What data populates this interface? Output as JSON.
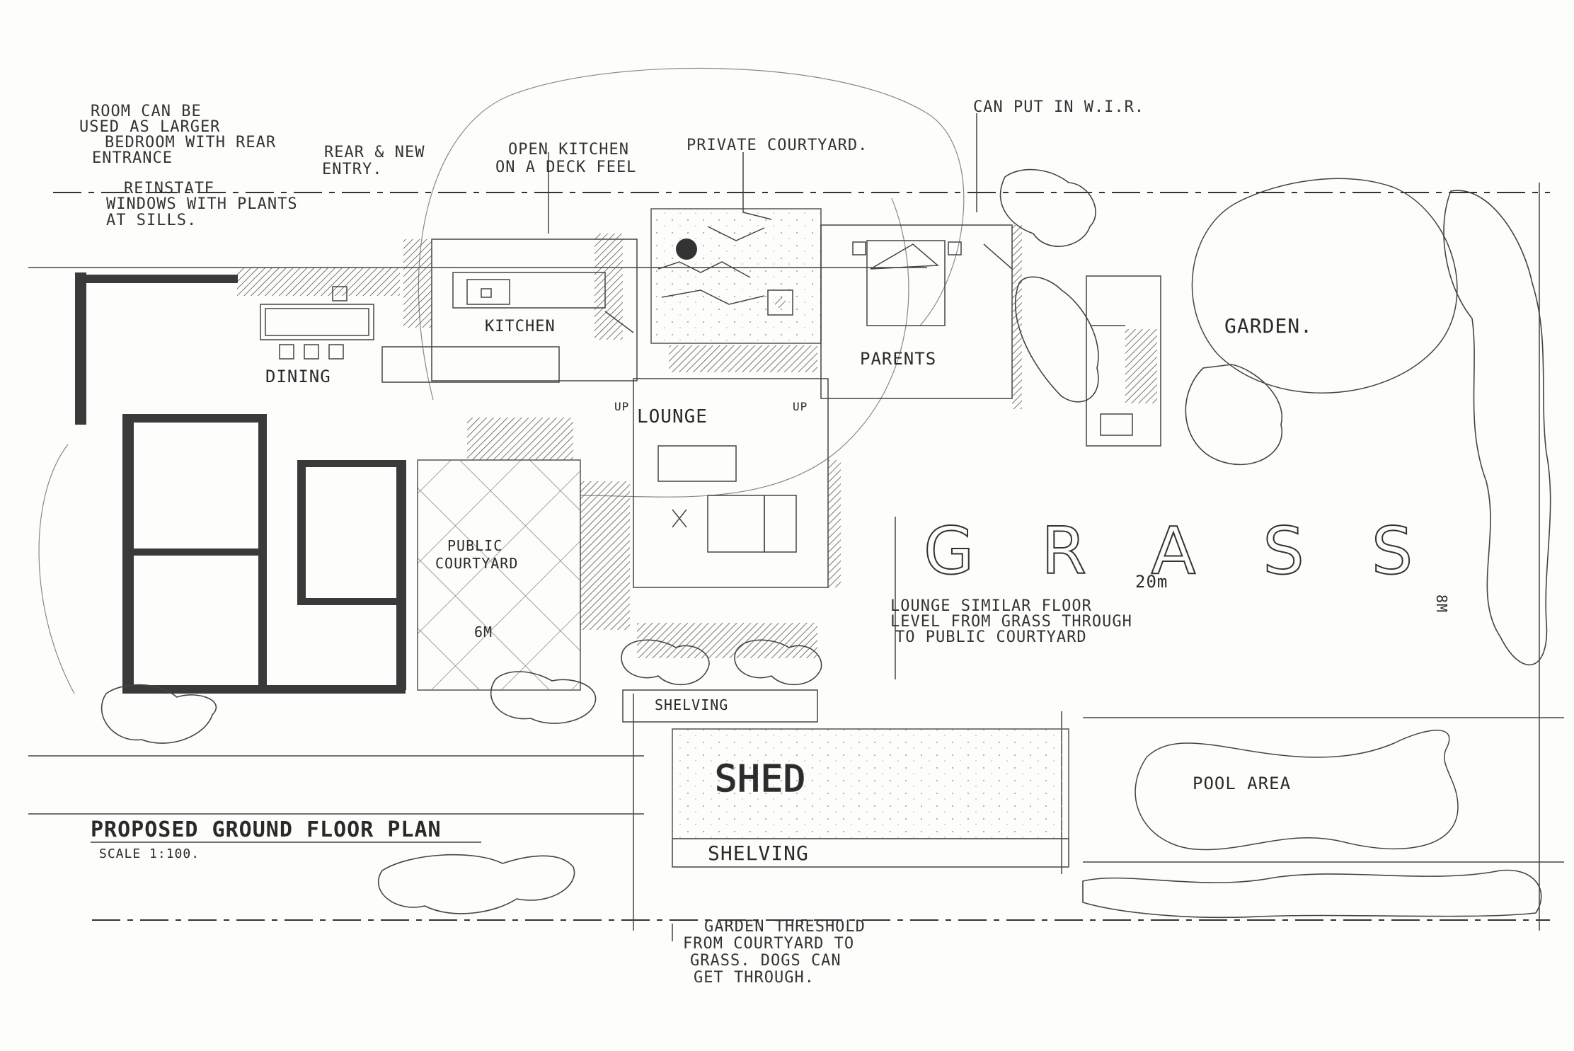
{
  "title": "PROPOSED GROUND FLOOR PLAN",
  "scale": "SCALE 1:100.",
  "rooms": {
    "kitchen": "KITCHEN",
    "dining": "DINING",
    "lounge": "LOUNGE",
    "parents": "PARENTS",
    "garden": "GARDEN.",
    "public_courtyard_1": "PUBLIC",
    "public_courtyard_2": "COURTYARD",
    "grass": "GRASS",
    "shed": "SHED",
    "shelving_upper": "SHELVING",
    "shelving_lower": "SHELVING",
    "pool_area": "POOL AREA"
  },
  "dimensions": {
    "grass_width": "20m",
    "courtyard_width": "6M",
    "site_depth": "8M"
  },
  "level_marks": {
    "up_left": "UP",
    "up_right": "UP"
  },
  "notes": {
    "room_bedroom": [
      "ROOM CAN BE",
      "USED AS LARGER",
      "BEDROOM WITH REAR",
      "ENTRANCE"
    ],
    "reinstate": [
      "REINSTATE",
      "WINDOWS WITH PLANTS",
      "AT SILLS."
    ],
    "rear_entry": [
      "REAR & NEW",
      "ENTRY."
    ],
    "open_kitchen": [
      "OPEN KITCHEN",
      "ON A DECK FEEL"
    ],
    "private_courtyard": "PRIVATE COURTYARD.",
    "wir": "CAN PUT IN W.I.R.",
    "lounge_level": [
      "LOUNGE SIMILAR FLOOR",
      "LEVEL FROM GRASS THROUGH",
      "TO PUBLIC COURTYARD"
    ],
    "garden_threshold": [
      "GARDEN THRESHOLD",
      "FROM COURTYARD TO",
      "GRASS. DOGS CAN",
      "GET THROUGH."
    ]
  }
}
